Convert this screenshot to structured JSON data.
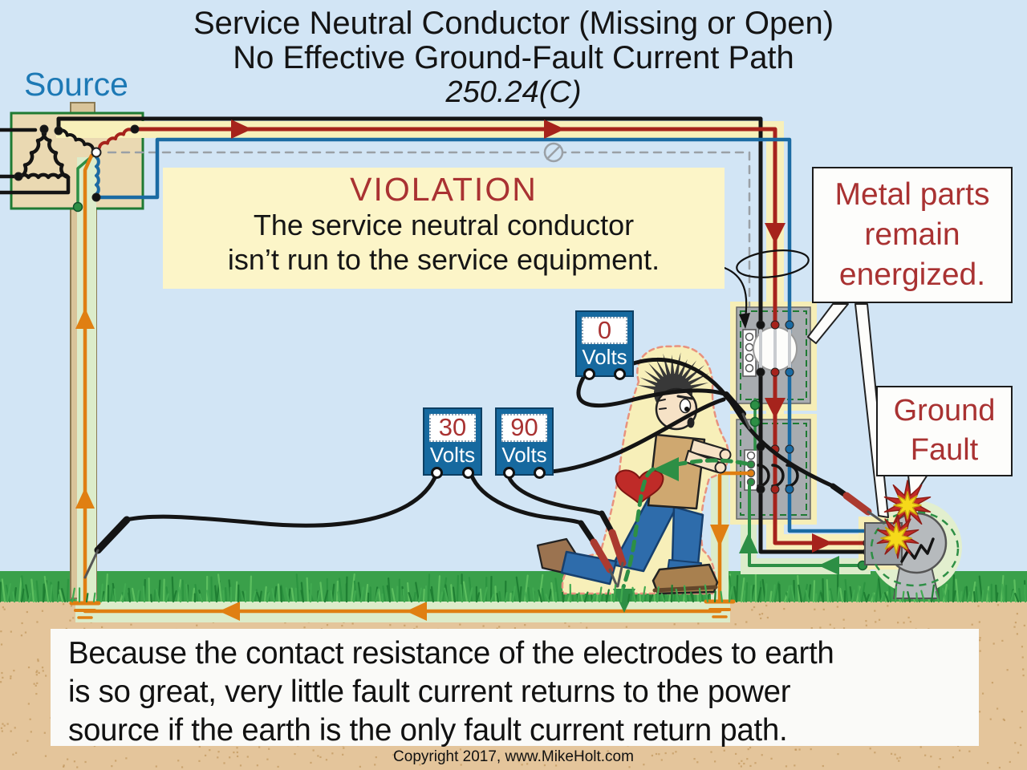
{
  "colors": {
    "sky": "#d2e5f5",
    "earth": "#e4c59b",
    "earth_speckle": "#bd9256",
    "grass": "#3aa04a",
    "violation_bg": "#fcf5c8",
    "alert_red": "#a93232",
    "meter_blue": "#16699f",
    "wire_black": "#141414",
    "wire_red": "#a6231c",
    "wire_blue": "#1b6ba3",
    "ground_orange": "#e07f12",
    "ground_green": "#2d8f45",
    "highlight_yellow": "#f8f0ba",
    "highlight_green": "#dcecca",
    "panel_gray": "#a8acb0",
    "neutral_dash_gray": "#9aa0a6"
  },
  "title": {
    "line1": "Service Neutral Conductor (Missing or Open)",
    "line2": "No Effective Ground-Fault Current Path",
    "line3": "250.24(C)"
  },
  "source_label": "Source",
  "violation": {
    "heading": "VIOLATION",
    "line1": "The service neutral conductor",
    "line2": "isn’t run to the service equipment."
  },
  "callouts": {
    "metal_parts_lines": [
      "Metal parts",
      "remain",
      "energized."
    ],
    "ground_fault_lines": [
      "Ground",
      "Fault"
    ]
  },
  "meters": {
    "panel_meter": {
      "value": "0",
      "unit": "Volts"
    },
    "earth_meter": {
      "value": "30",
      "unit": "Volts"
    },
    "touch_meter": {
      "value": "90",
      "unit": "Volts"
    }
  },
  "footer": {
    "line1": "Because the contact resistance of the electrodes to earth",
    "line2": "is so great, very little fault current returns to the power",
    "line3": "source if the earth is the only fault current return path."
  },
  "copyright": "Copyright 2017, www.MikeHolt.com"
}
